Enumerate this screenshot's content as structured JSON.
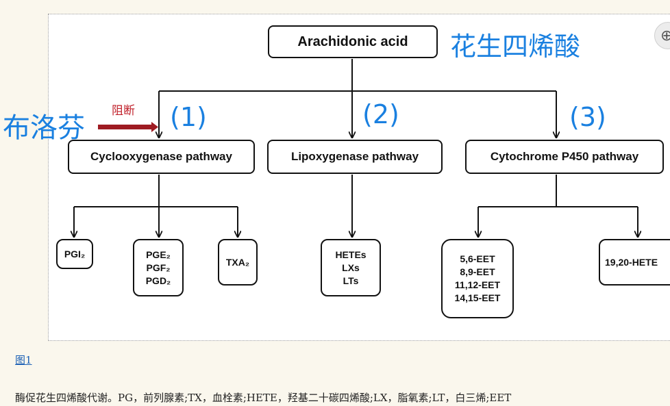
{
  "diagram": {
    "root": "Arachidonic acid",
    "root_cn": "花生四烯酸",
    "drug": "布洛芬",
    "block_label": "阻断",
    "pathways": [
      {
        "number": "(1)",
        "label": "Cyclooxygenase pathway"
      },
      {
        "number": "(2)",
        "label": "Lipoxygenase pathway"
      },
      {
        "number": "(3)",
        "label": "Cytochrome P450 pathway"
      }
    ],
    "products": {
      "pgi2": "PGI₂",
      "pg_group": [
        "PGE₂",
        "PGF₂",
        "PGD₂"
      ],
      "txa2": "TXA₂",
      "lox": [
        "HETEs",
        "LXs",
        "LTs"
      ],
      "eet": [
        "5,6-EET",
        "8,9-EET",
        "11,12-EET",
        "14,15-EET"
      ],
      "hete": "19,20-HETE"
    },
    "colors": {
      "annotation_blue": "#1a80e0",
      "arrow_red": "#9e1b22",
      "box_border": "#111111"
    }
  },
  "figure_link": "图1",
  "caption": "酶促花生四烯酸代谢。PG，前列腺素;TX，血栓素;HETE，羟基二十碳四烯酸;LX，脂氧素;LT，白三烯;EET",
  "zoom_icon": "zoom-in-icon"
}
